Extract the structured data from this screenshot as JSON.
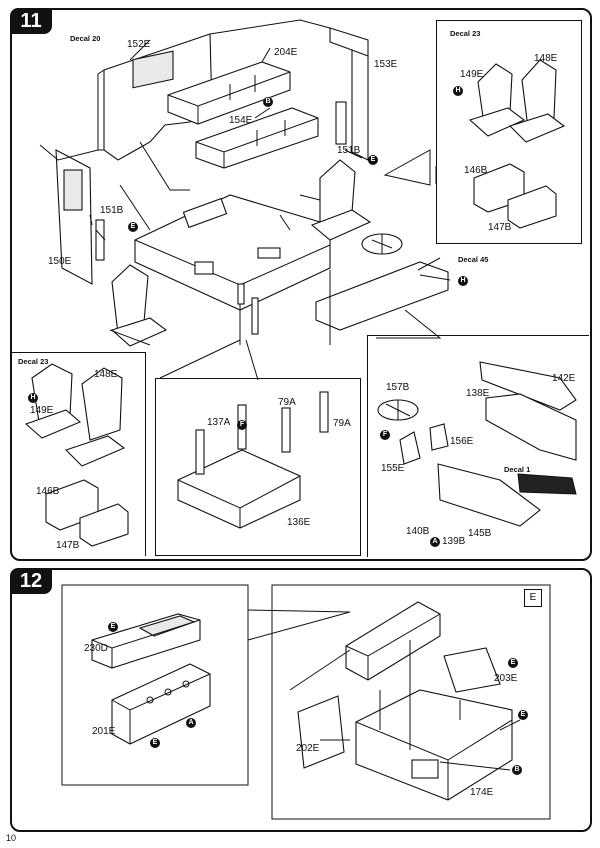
{
  "steps": {
    "s11": "11",
    "s12": "12"
  },
  "page_number": "10",
  "step11": {
    "decal20": "Decal 20",
    "p152": "152E",
    "p204": "204E",
    "p153": "153E",
    "p154": "154E",
    "p151_top": "151B",
    "p151_left": "151B",
    "p150": "150E",
    "decal45": "Decal 45",
    "inset_seats_right": {
      "decal": "Decal 23",
      "p149": "149E",
      "p148": "148E",
      "p146": "146B",
      "p147": "147B"
    },
    "inset_seats_left": {
      "decal": "Decal 23",
      "p148": "148E",
      "p149": "149E",
      "p146": "146B",
      "p147": "147B"
    },
    "inset_floor": {
      "p137": "137A",
      "p79a": "79A",
      "p79b": "79A",
      "p136": "136E"
    },
    "inset_dash": {
      "p157": "157B",
      "p142": "142E",
      "p138": "138E",
      "p156": "156E",
      "p155": "155E",
      "decal1": "Decal 1",
      "p140": "140B",
      "p139": "139B",
      "p145": "145B"
    }
  },
  "step12": {
    "p230": "230D",
    "p201": "201E",
    "p203": "203E",
    "p202": "202E",
    "p174": "174E",
    "box_letter": "E"
  },
  "callouts": {
    "A": "A",
    "B": "B",
    "E": "E",
    "F": "F",
    "H": "H"
  }
}
